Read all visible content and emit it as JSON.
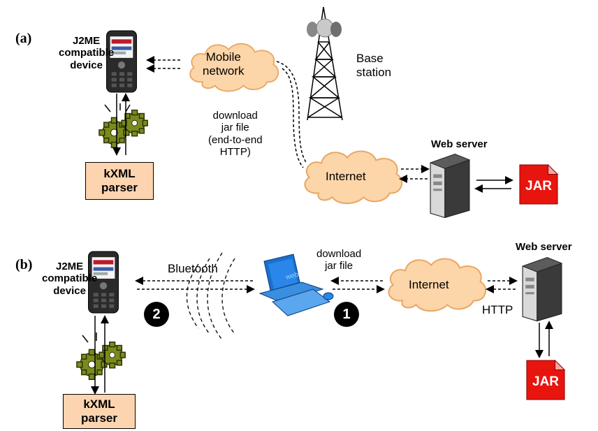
{
  "panel_a": {
    "label": "(a)",
    "device_label": "J2ME\ncompatible\ndevice",
    "parser_label": "kXML\nparser",
    "mobile_network_label": "Mobile\nnetwork",
    "base_station_label": "Base\nstation",
    "download_label": "download\njar file\n(end-to-end\nHTTP)",
    "internet_label": "Internet",
    "web_server_label": "Web server",
    "jar_label": "JAR"
  },
  "panel_b": {
    "label": "(b)",
    "device_label": "J2ME\ncompatible\ndevice",
    "parser_label": "kXML\nparser",
    "bluetooth_label": "Bluetooth",
    "step2_label": "2",
    "step1_label": "1",
    "download_label": "download\njar file",
    "internet_label": "Internet",
    "http_label": "HTTP",
    "web_server_label": "Web server",
    "jar_label": "JAR"
  },
  "colors": {
    "cloud_fill": "#fcd5a8",
    "parser_fill": "#fcd5b0",
    "jar_red": "#e8140e",
    "gear_green": "#7b8a1e",
    "badge_black": "#000000"
  }
}
